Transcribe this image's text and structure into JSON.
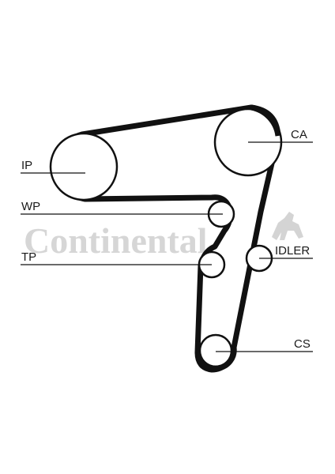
{
  "diagram": {
    "components": {
      "ca": "CA",
      "ip": "IP",
      "wp": "WP",
      "tp": "TP",
      "idler": "IDLER",
      "cs": "CS"
    },
    "watermark": "Continental"
  },
  "colors": {
    "belt": "#111111",
    "line": "#111111",
    "watermark": "#c9c9c9"
  }
}
